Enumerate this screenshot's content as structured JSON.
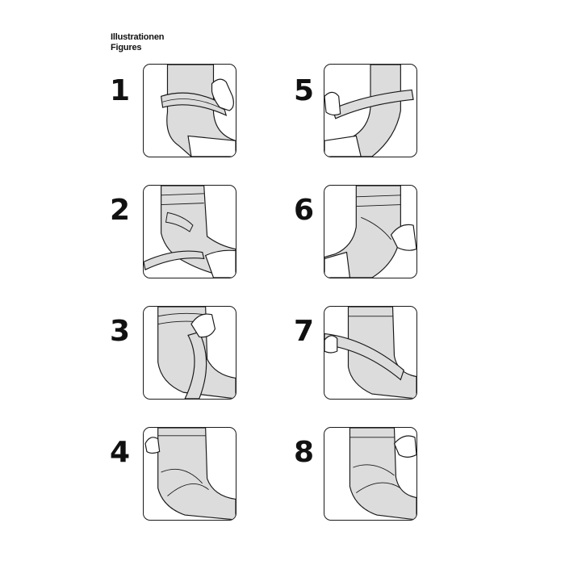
{
  "heading": {
    "line1": "Illustrationen",
    "line2": "Figures"
  },
  "steps": [
    {
      "number": "1",
      "figure": "ankle-wrap-step-1"
    },
    {
      "number": "2",
      "figure": "ankle-wrap-step-2"
    },
    {
      "number": "3",
      "figure": "ankle-wrap-step-3"
    },
    {
      "number": "4",
      "figure": "ankle-wrap-step-4"
    },
    {
      "number": "5",
      "figure": "ankle-wrap-step-5"
    },
    {
      "number": "6",
      "figure": "ankle-wrap-step-6"
    },
    {
      "number": "7",
      "figure": "ankle-wrap-step-7"
    },
    {
      "number": "8",
      "figure": "ankle-wrap-step-8"
    }
  ],
  "colors": {
    "bandage": "#dcdcdc",
    "outline": "#1a1a1a",
    "background": "#ffffff"
  }
}
